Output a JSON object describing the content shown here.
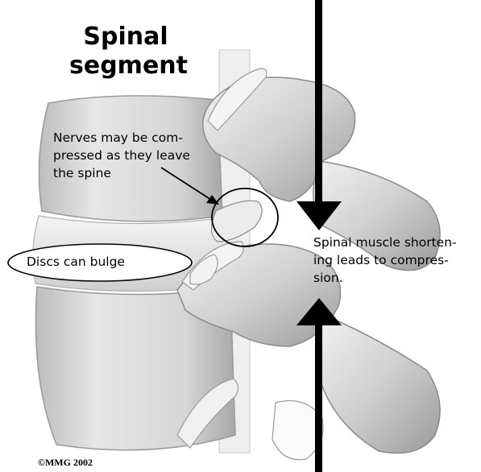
{
  "title": "Spinal\nsegment",
  "labels": {
    "nerves": "Nerves may be com-\npressed as they leave\nthe spine",
    "discs": "Discs can bulge",
    "muscle": "Spinal muscle shorten-\ning leads to compres-\nsion."
  },
  "copyright": "©MMG 2002",
  "colors": {
    "background": "#ffffff",
    "bone": "#d9d9d9",
    "bone_shadow": "#8f8f8f",
    "arrow": "#000000",
    "callout_outline": "#000000"
  }
}
